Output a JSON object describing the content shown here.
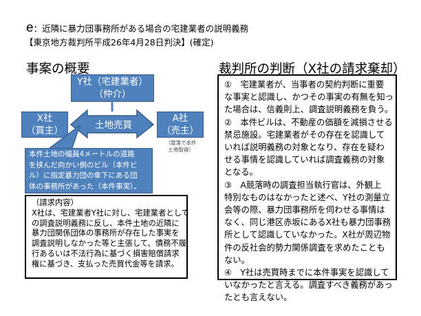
{
  "title": {
    "prefix": "e",
    "text": "：近隣に暴力団事務所がある場合の宅建業者の説明義務",
    "case": "【東京地方裁判所平成26年4月28日判決】(確定)"
  },
  "overview": {
    "heading": "事案の概要",
    "y_company": [
      "Y社（宅建業者）",
      "（仲介）"
    ],
    "x_company": [
      "X社",
      "（買主）"
    ],
    "a_company": [
      "A社",
      "（売主）"
    ],
    "a_note": [
      "（競落で本件",
      "土地取得）"
    ],
    "arrow_label": "土地売買",
    "callout": [
      "本件土地の幅員4メートルの道路",
      "を挟んだ向かい側のビル（本件ビ",
      "ル）に指定暴力団の傘下にある団",
      "体の事務所があった（本件事実）。"
    ],
    "request": [
      "（請求内容）",
      "X社は、宅建業者Y社に対し、宅建業者として",
      "の調査説明義務に反し、本件土地の近隣に",
      "暴力団関係団体の事務所が存在した事実を",
      "調査説明しなかった等と主張して、債務不履",
      "行あるいは不法行為に基づく損害賠償請求",
      "権に基づき、支払った売買代金等を請求。"
    ]
  },
  "judgment": {
    "heading": "裁判所の判断（X社の請求棄却）",
    "lines": [
      "①　宅建業者が、当事者の契約判断に重要",
      "な事実と認識し、かつその事実の有無を知っ",
      "た場合は、信義則上、調査説明義務を負う。",
      "②　本件ビルは、不動産の価額を減損させる",
      "禁忌施設。宅建業者がその存在を認識して",
      "いれば説明義務の対象となり、存在を疑わ",
      "せる事情を認識していれば調査義務の対象",
      "となる。",
      "③　A競落時の調査担当執行官は、外観上",
      "特別なものはなかったと述べ、Y社の測量立",
      "会等の際、暴力団事務所を伺わせる事情は",
      "なく、同じ港区赤坂にあるX社も暴力団事務",
      "所として認識していなかった。X社が周辺物",
      "件の反社会的勢力関係調査を求めたことも",
      "ない。",
      "④　Y社は売買時までに本件事実を認識して",
      "いなかったと言える。調査すべき義務があっ",
      "たとも言えない。"
    ]
  },
  "colors": {
    "box_fill": "#4f81bd",
    "box_border": "#385d8a"
  }
}
